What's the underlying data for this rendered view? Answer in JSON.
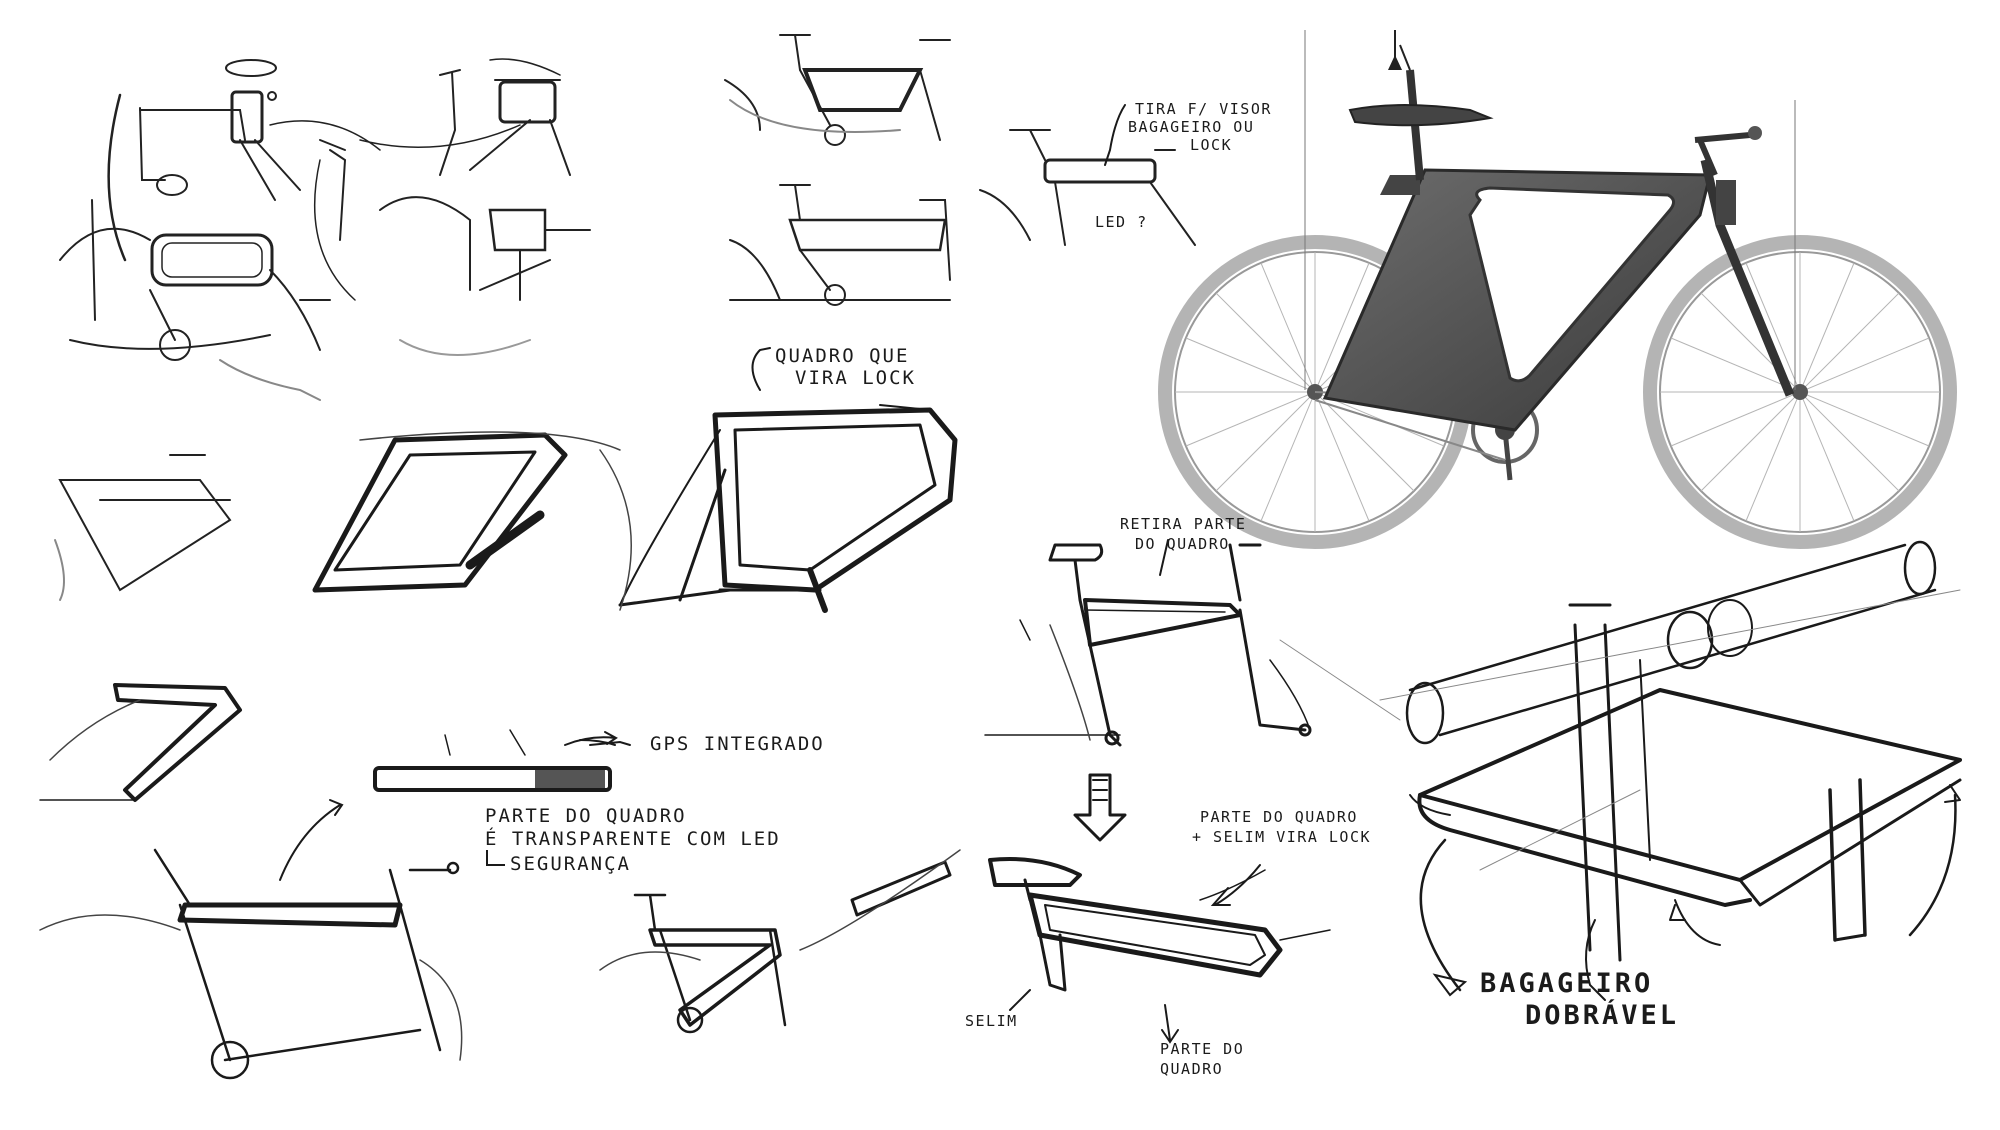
{
  "annotations": {
    "tira_visor": [
      "TIRA F/ VISOR",
      "BAGAGEIRO OU",
      "LOCK"
    ],
    "led_q": "LED ?",
    "quadro_lock": [
      "QUADRO QUE",
      "VIRA LOCK"
    ],
    "retira_parte": [
      "RETIRA PARTE",
      "DO QUADRO"
    ],
    "gps": "GPS INTEGRADO",
    "transparente": [
      "PARTE DO QUADRO",
      "É TRANSPARENTE COM LED",
      "SEGURANÇA"
    ],
    "selim_lock": [
      "PARTE DO QUADRO",
      "+ SELIM VIRA LOCK"
    ],
    "selim": "SELIM",
    "parte_quadro_bottom": [
      "PARTE DO",
      "QUADRO"
    ],
    "bagageiro": [
      "BAGAGEIRO",
      "DOBRÁVEL"
    ]
  },
  "colors": {
    "ink": "#1b1b1b",
    "paper": "#ffffff",
    "render_frame": "#555555",
    "render_tire": "#8a8a8a"
  }
}
